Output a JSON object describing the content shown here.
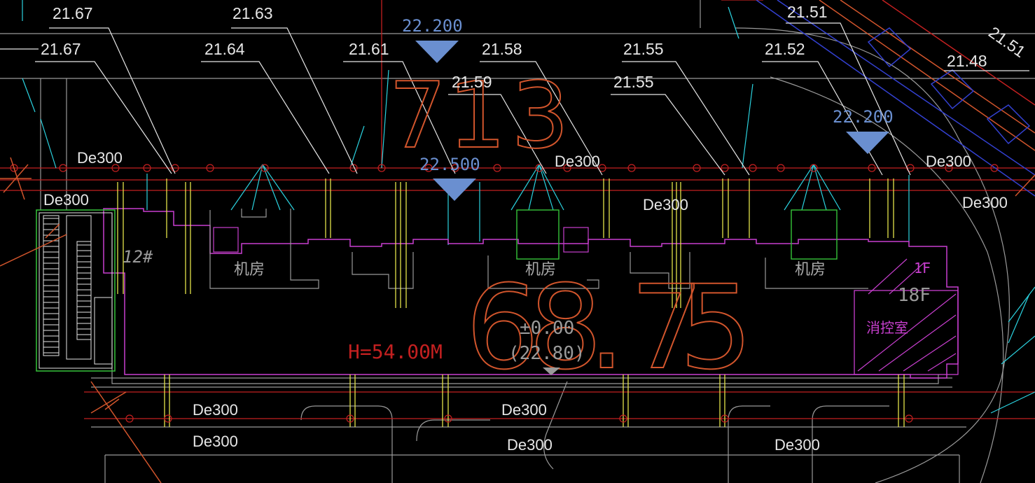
{
  "drawing": {
    "spot_elevations": [
      "21.67",
      "21.67",
      "21.63",
      "21.64",
      "21.61",
      "21.59",
      "21.58",
      "21.55",
      "21.55",
      "21.52",
      "21.51",
      "21.48",
      "21.51"
    ],
    "design_elevations": [
      "22.200",
      "22.500",
      "22.200"
    ],
    "pipe_labels": [
      "De300",
      "De300",
      "De300",
      "De300",
      "De300",
      "De300",
      "De300",
      "De300",
      "De300",
      "De300",
      "De300"
    ],
    "rooms": [
      "机房",
      "机房",
      "机房"
    ],
    "fire_control_room": "消控室",
    "building_no": "12#",
    "floor_low": "1F",
    "floor_high": "18F",
    "building_height": "H=54.00M",
    "zero_level": "±0.00",
    "absolute_level": "(22.80)",
    "large_digits": [
      "6",
      "8",
      ".",
      "7",
      "5"
    ],
    "upper_digits": [
      "7",
      "1",
      "3"
    ],
    "colors": {
      "background": "#000000",
      "white": "#e6e6e6",
      "cyan": "#2bd3e0",
      "yellow": "#e5e34a",
      "magenta": "#c83fcf",
      "red": "#c32020",
      "orange": "#d2552c",
      "blue_mark": "#6a8fd0",
      "gray": "#9a9a9a",
      "green": "#35c43a"
    }
  }
}
